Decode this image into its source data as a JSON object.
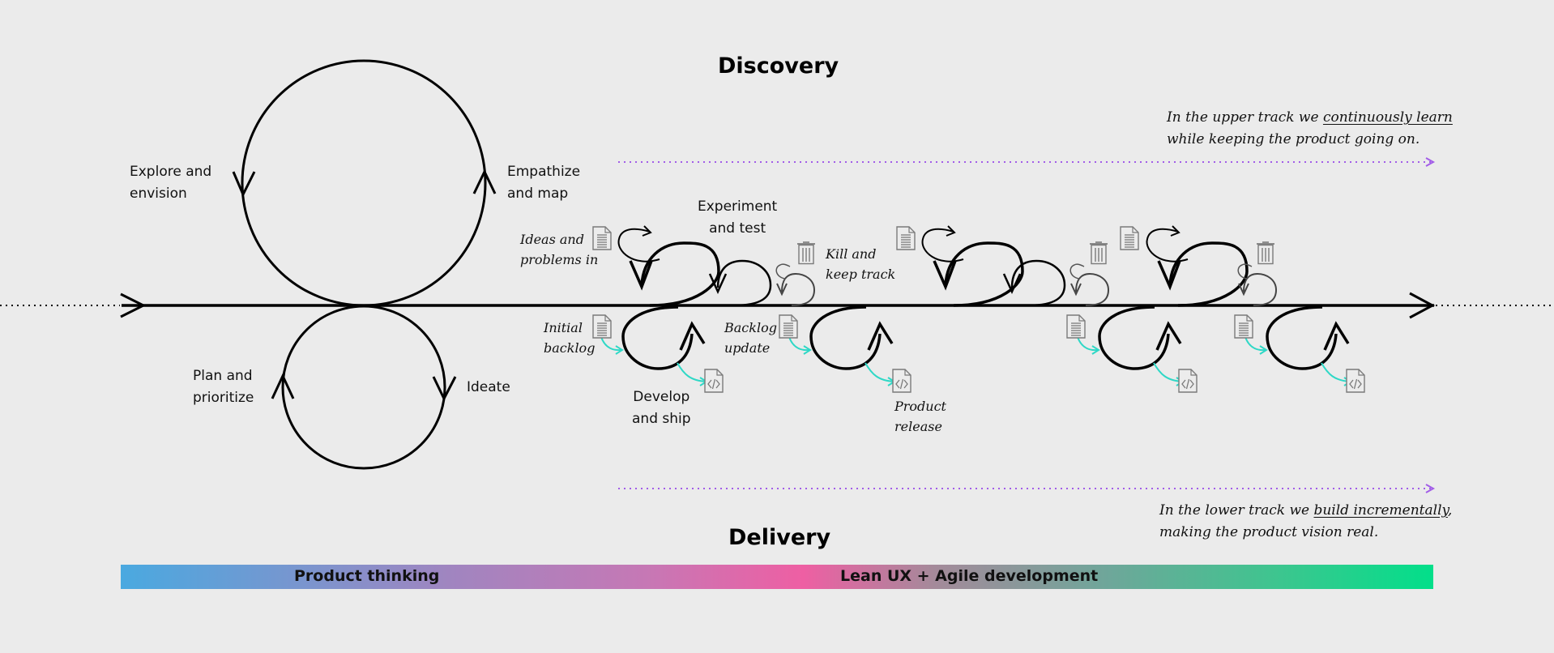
{
  "titles": {
    "discovery": "Discovery",
    "delivery": "Delivery"
  },
  "product_thinking": {
    "explore": [
      "Explore and",
      "envision"
    ],
    "empathize": [
      "Empathize",
      "and map"
    ],
    "plan": [
      "Plan and",
      "prioritize"
    ],
    "ideate": "Ideate"
  },
  "discovery_track": {
    "ideas": [
      "Ideas and",
      "problems in"
    ],
    "experiment": [
      "Experiment",
      "and test"
    ],
    "kill": [
      "Kill and",
      "keep track"
    ]
  },
  "delivery_track": {
    "initial_backlog": [
      "Initial",
      "backlog"
    ],
    "backlog_update": [
      "Backlog",
      "update"
    ],
    "develop": [
      "Develop",
      "and ship"
    ],
    "release": [
      "Product",
      "release"
    ]
  },
  "notes": {
    "upper": {
      "pre": "In the upper track we ",
      "emphasis": "continuously learn",
      "line2": "while keeping the product going on."
    },
    "lower": {
      "pre": "In the lower track we ",
      "emphasis": "build incrementally",
      "post": ",",
      "line2": "making the product vision real."
    }
  },
  "phase_bar": {
    "left": "Product thinking",
    "right": "Lean UX + Agile development"
  },
  "colors": {
    "background": "#ebebeb",
    "stroke": "#000000",
    "accent_teal": "#2fd8c6",
    "accent_purple": "#a25de8",
    "icon_gray": "#7a7a7a"
  },
  "icons": {
    "document": "document-icon",
    "code_file": "code-file-icon",
    "trash": "trash-icon",
    "loop_arrow": "loop-arrow-icon"
  }
}
